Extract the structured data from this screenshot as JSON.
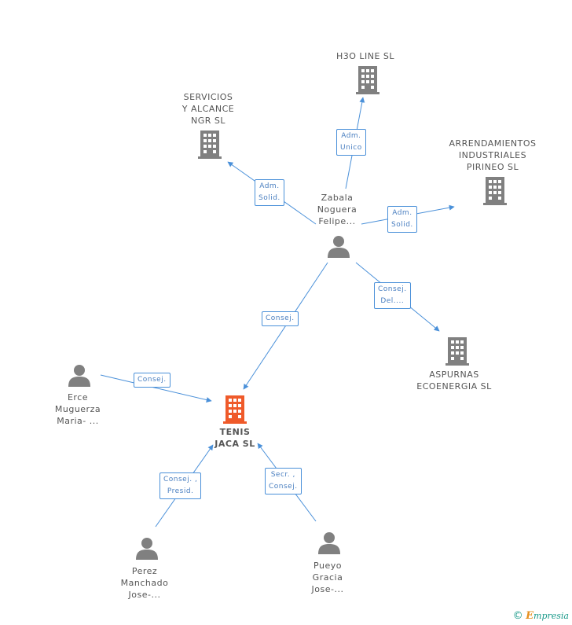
{
  "colors": {
    "edge": "#4a90d9",
    "node_gray": "#808080",
    "node_main": "#ef5a2a",
    "brand": "#1a9a8a",
    "brand_accent": "#e69020"
  },
  "nodes": {
    "h3o": {
      "lines": [
        "H3O LINE  SL"
      ],
      "icon": "building-icon"
    },
    "servicios": {
      "lines": [
        "SERVICIOS",
        "Y ALCANCE",
        "NGR  SL"
      ],
      "icon": "building-icon"
    },
    "arrendamientos": {
      "lines": [
        "ARRENDAMIENTOS",
        "INDUSTRIALES",
        "PIRINEO SL"
      ],
      "icon": "building-icon"
    },
    "zabala": {
      "lines": [
        "Zabala",
        "Noguera",
        "Felipe..."
      ],
      "icon": "person-icon"
    },
    "aspurnas": {
      "lines": [
        "ASPURNAS",
        "ECOENERGIA SL"
      ],
      "icon": "building-icon"
    },
    "erce": {
      "lines": [
        "Erce",
        "Muguerza",
        "Maria- ..."
      ],
      "icon": "person-icon"
    },
    "tenis": {
      "lines": [
        "TENIS",
        "JACA  SL"
      ],
      "icon": "building-icon"
    },
    "perez": {
      "lines": [
        "Perez",
        "Manchado",
        "Jose-..."
      ],
      "icon": "person-icon"
    },
    "pueyo": {
      "lines": [
        "Pueyo",
        "Gracia",
        "Jose-..."
      ],
      "icon": "person-icon"
    }
  },
  "edges": {
    "zabala_h3o": [
      "Adm.",
      "Unico"
    ],
    "zabala_servicios": [
      "Adm.",
      "Solid."
    ],
    "zabala_arrendamientos": [
      "Adm.",
      "Solid."
    ],
    "zabala_aspurnas": [
      "Consej.",
      "Del...."
    ],
    "zabala_tenis": [
      "Consej."
    ],
    "erce_tenis": [
      "Consej."
    ],
    "perez_tenis": [
      "Consej. ,",
      "Presid."
    ],
    "pueyo_tenis": [
      "Secr. ,",
      "Consej."
    ]
  },
  "footer": {
    "copyright_symbol": "©",
    "brand_first": "E",
    "brand_rest": "mpresia"
  }
}
